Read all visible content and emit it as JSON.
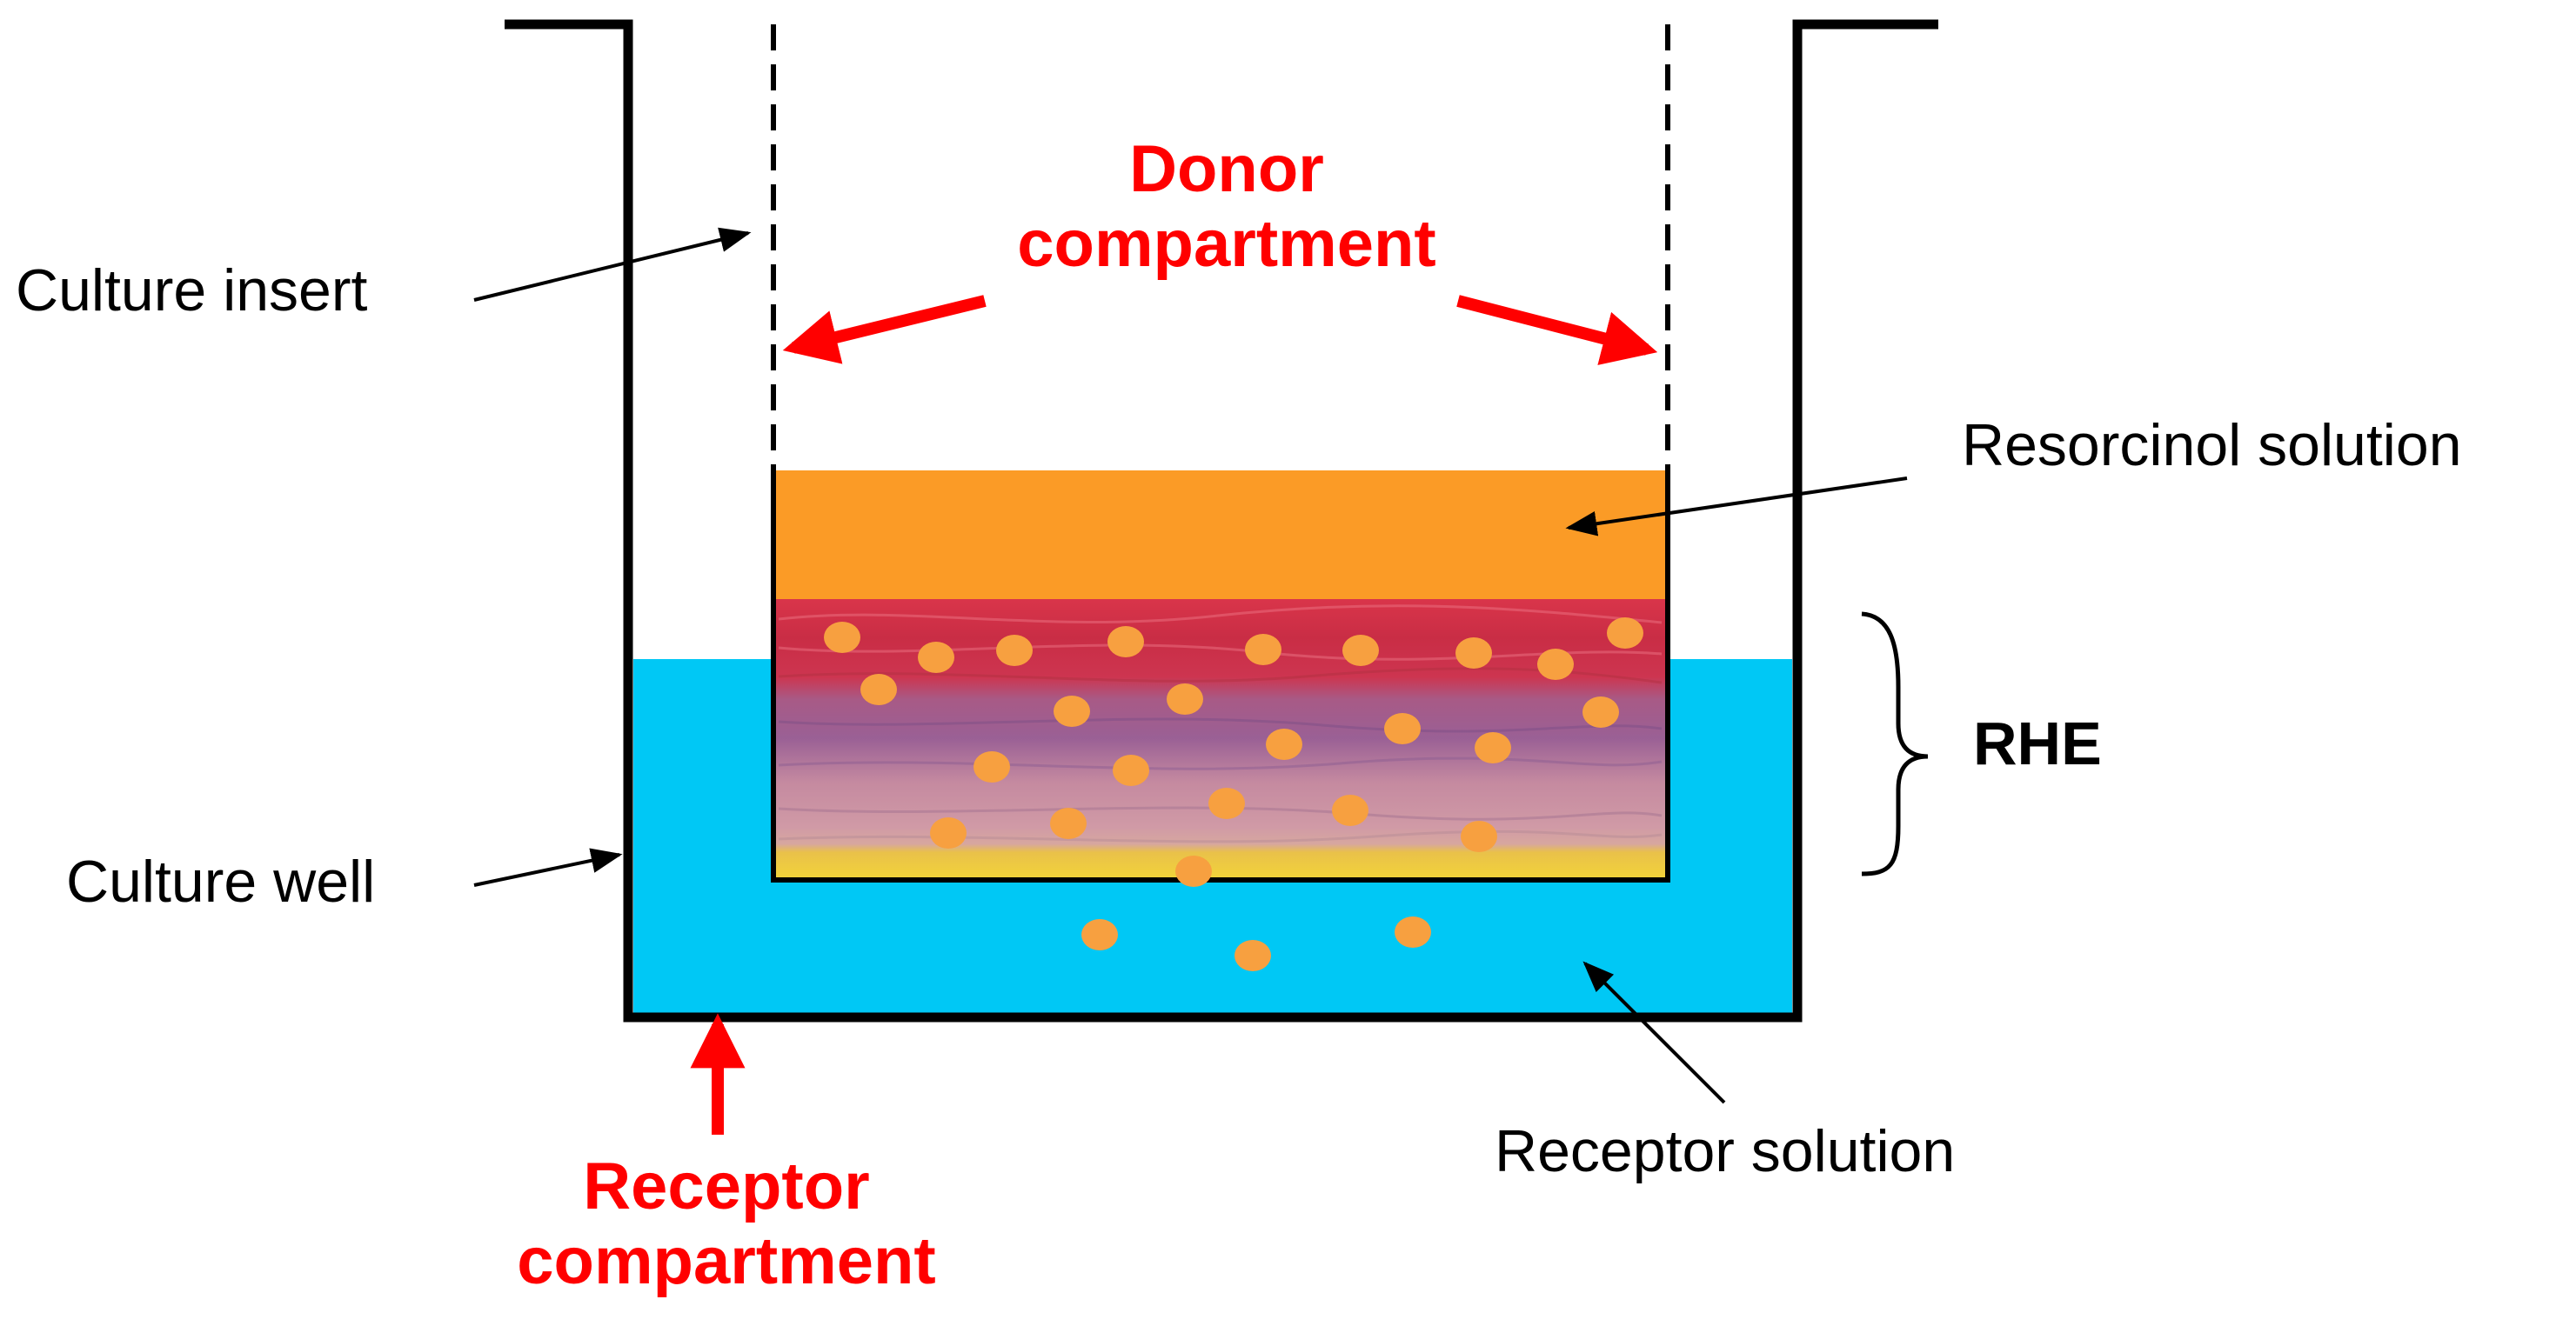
{
  "labels": {
    "donor_line1": "Donor",
    "donor_line2": "compartment",
    "culture_insert": "Culture insert",
    "resorcinol_solution": "Resorcinol solution",
    "rhe": "RHE",
    "culture_well": "Culture well",
    "receptor_solution": "Receptor solution",
    "receptor_line1": "Receptor",
    "receptor_line2": "compartment"
  },
  "colors": {
    "receptor_solution": "#00c8f5",
    "resorcinol_solution": "#fb9b26",
    "particles": "#f7a040",
    "red_arrows": "#ff0000",
    "outline": "#000000"
  }
}
